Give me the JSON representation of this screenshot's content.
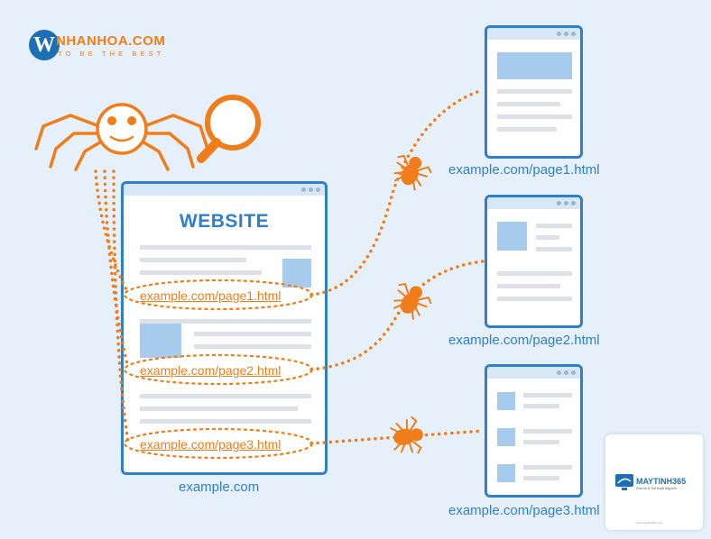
{
  "logo": {
    "badge_letter": "W",
    "name": "NHANHOA.COM",
    "tagline": "TO BE THE BEST"
  },
  "website": {
    "title": "WEBSITE",
    "caption": "example.com",
    "links": [
      "example.com/page1.html",
      "example.com/page2.html",
      "example.com/page3.html"
    ]
  },
  "pages": [
    {
      "caption": "example.com/page1.html"
    },
    {
      "caption": "example.com/page2.html"
    },
    {
      "caption": "example.com/page3.html"
    }
  ],
  "watermark": {
    "name": "MAYTINH365",
    "sub": "Chia sẻ & Thủ thuật Máy tính",
    "foot": "www.maytinh365.com"
  },
  "colors": {
    "accent_orange": "#f07d1a",
    "accent_blue": "#2f7fca",
    "background": "#e6f0fa",
    "image_placeholder": "#a7cbec",
    "text_line": "#dde1e5"
  },
  "icons": [
    "crawler-spider-icon",
    "magnifying-glass-icon",
    "small-spider-icon"
  ]
}
